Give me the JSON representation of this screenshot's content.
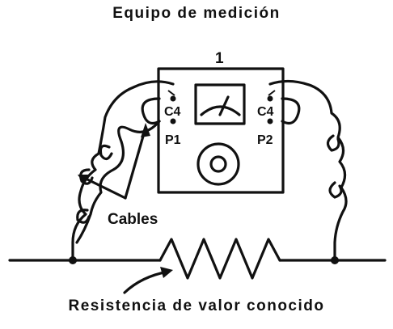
{
  "diagram": {
    "title": "Equipo de medición",
    "device_number": "1",
    "terminals": {
      "left_current": "C4",
      "right_current": "C4",
      "left_potential": "P1",
      "right_potential": "P2"
    },
    "cables_label": "Cables",
    "caption": "Resistencia de valor conocido"
  },
  "colors": {
    "ink": "#111111",
    "background": "#ffffff"
  },
  "icons": [
    "meter-dial-icon",
    "knob-icon",
    "resistor-icon",
    "pointer-arrow-icon"
  ]
}
